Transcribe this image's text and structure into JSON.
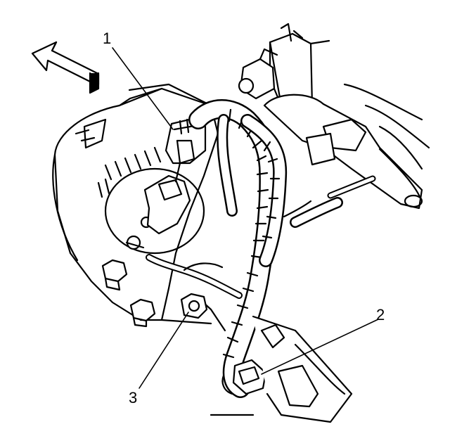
{
  "callouts": [
    {
      "id": "1",
      "label": "1"
    },
    {
      "id": "2",
      "label": "2"
    },
    {
      "id": "3",
      "label": "3"
    }
  ],
  "colors": {
    "ink": "#000000",
    "paper": "#ffffff"
  },
  "icons": {
    "direction": "front-arrow-icon"
  }
}
